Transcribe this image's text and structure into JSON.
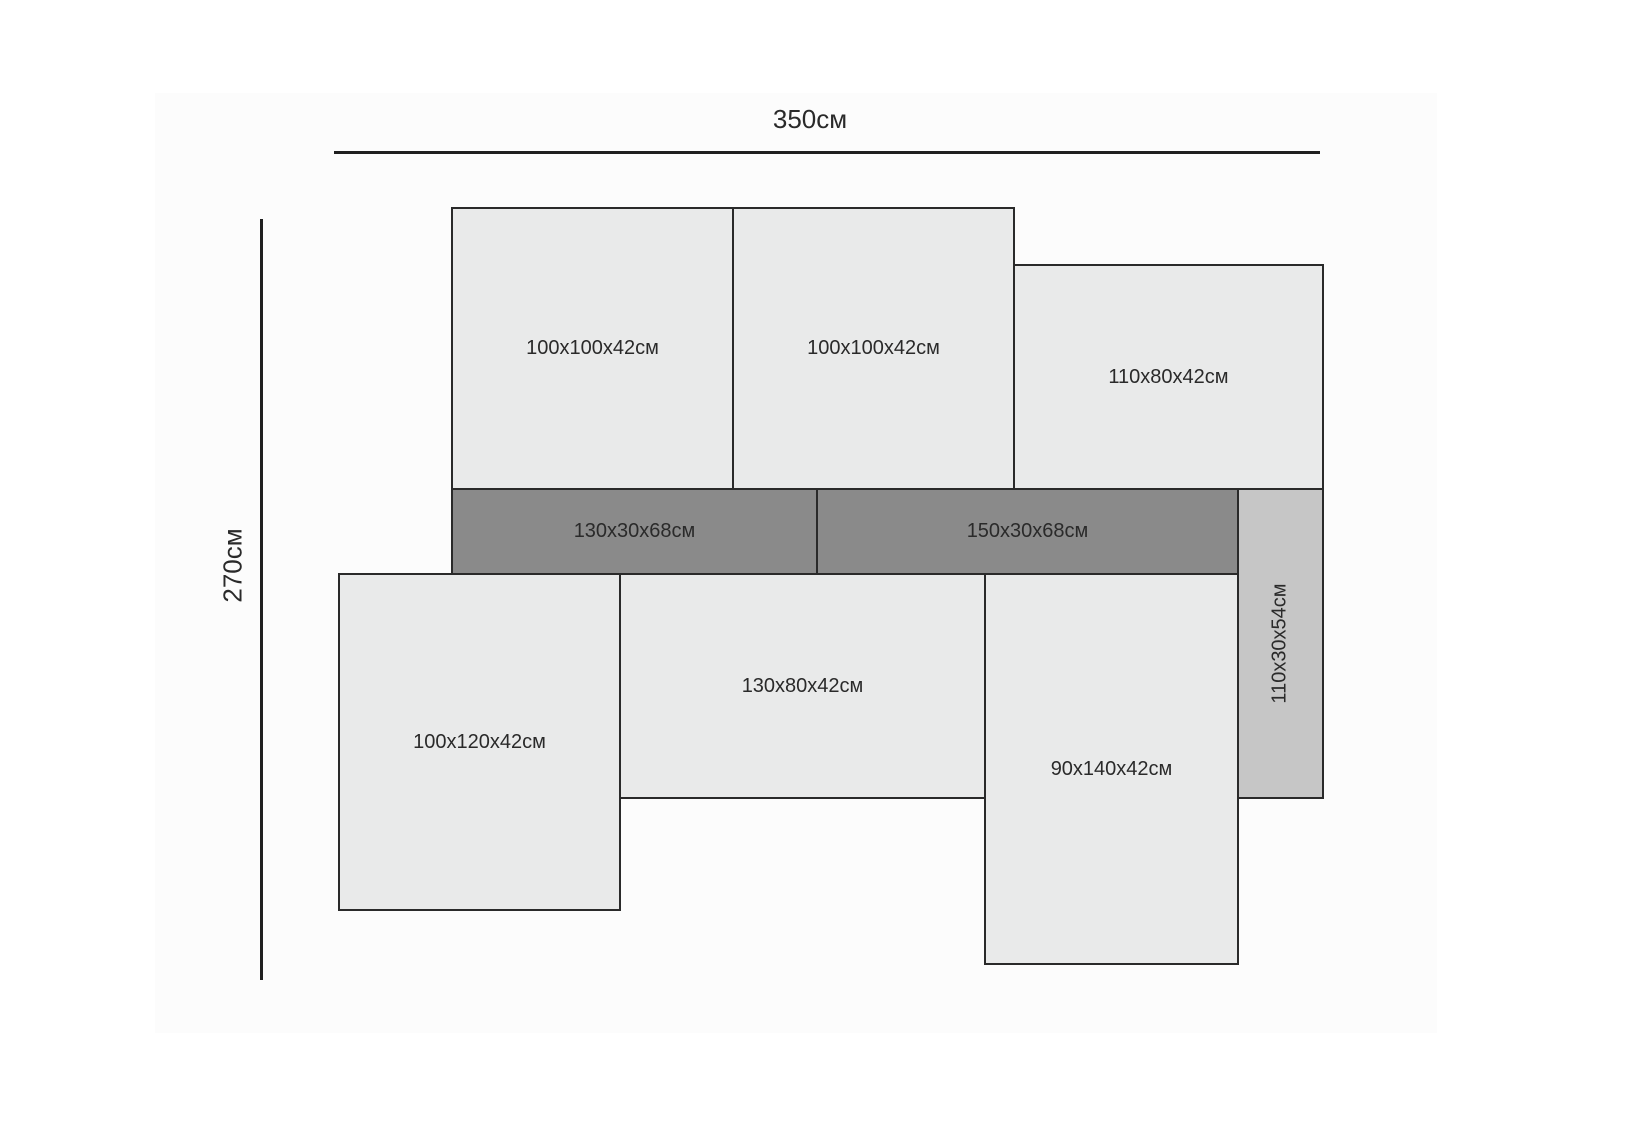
{
  "dimensions": {
    "width_label": "350см",
    "height_label": "270см"
  },
  "panels": [
    {
      "label": "100x100x42см"
    },
    {
      "label": "100x100x42см"
    },
    {
      "label": "110x80x42см"
    },
    {
      "label": "130x30x68см"
    },
    {
      "label": "150x30x68см"
    },
    {
      "label": "110x30x54см"
    },
    {
      "label": "100x120x42см"
    },
    {
      "label": "130x80x42см"
    },
    {
      "label": "90x140x42см"
    }
  ],
  "colors": {
    "panel_light": "#e9eaea",
    "panel_dark": "#8a8a8a",
    "panel_mid": "#c6c6c6",
    "outline": "#2a2a2a"
  }
}
